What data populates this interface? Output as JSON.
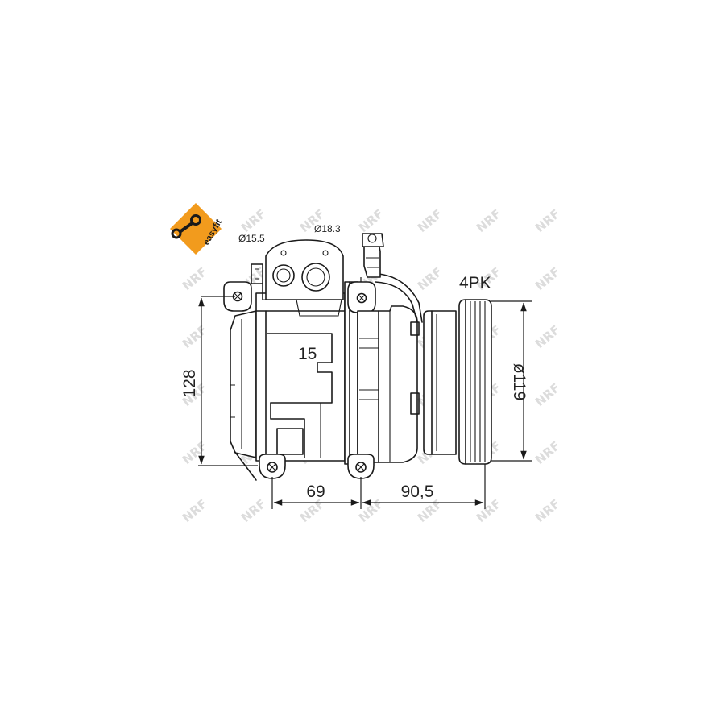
{
  "colors": {
    "line": "#1a1a1a",
    "badge": "#f29b1d",
    "watermark": "#dcdcdc"
  },
  "badge": {
    "icon": "wrench-icon",
    "text": "easyfit"
  },
  "watermark": {
    "text": "NRF"
  },
  "dimensions": {
    "port_small": "Ø15.5",
    "port_large": "Ø18.3",
    "belt": "4PK",
    "height": "128",
    "pulley_diameter": "ø119",
    "mount_spacing": "69",
    "pulley_offset": "90,5",
    "body_label": "15"
  }
}
